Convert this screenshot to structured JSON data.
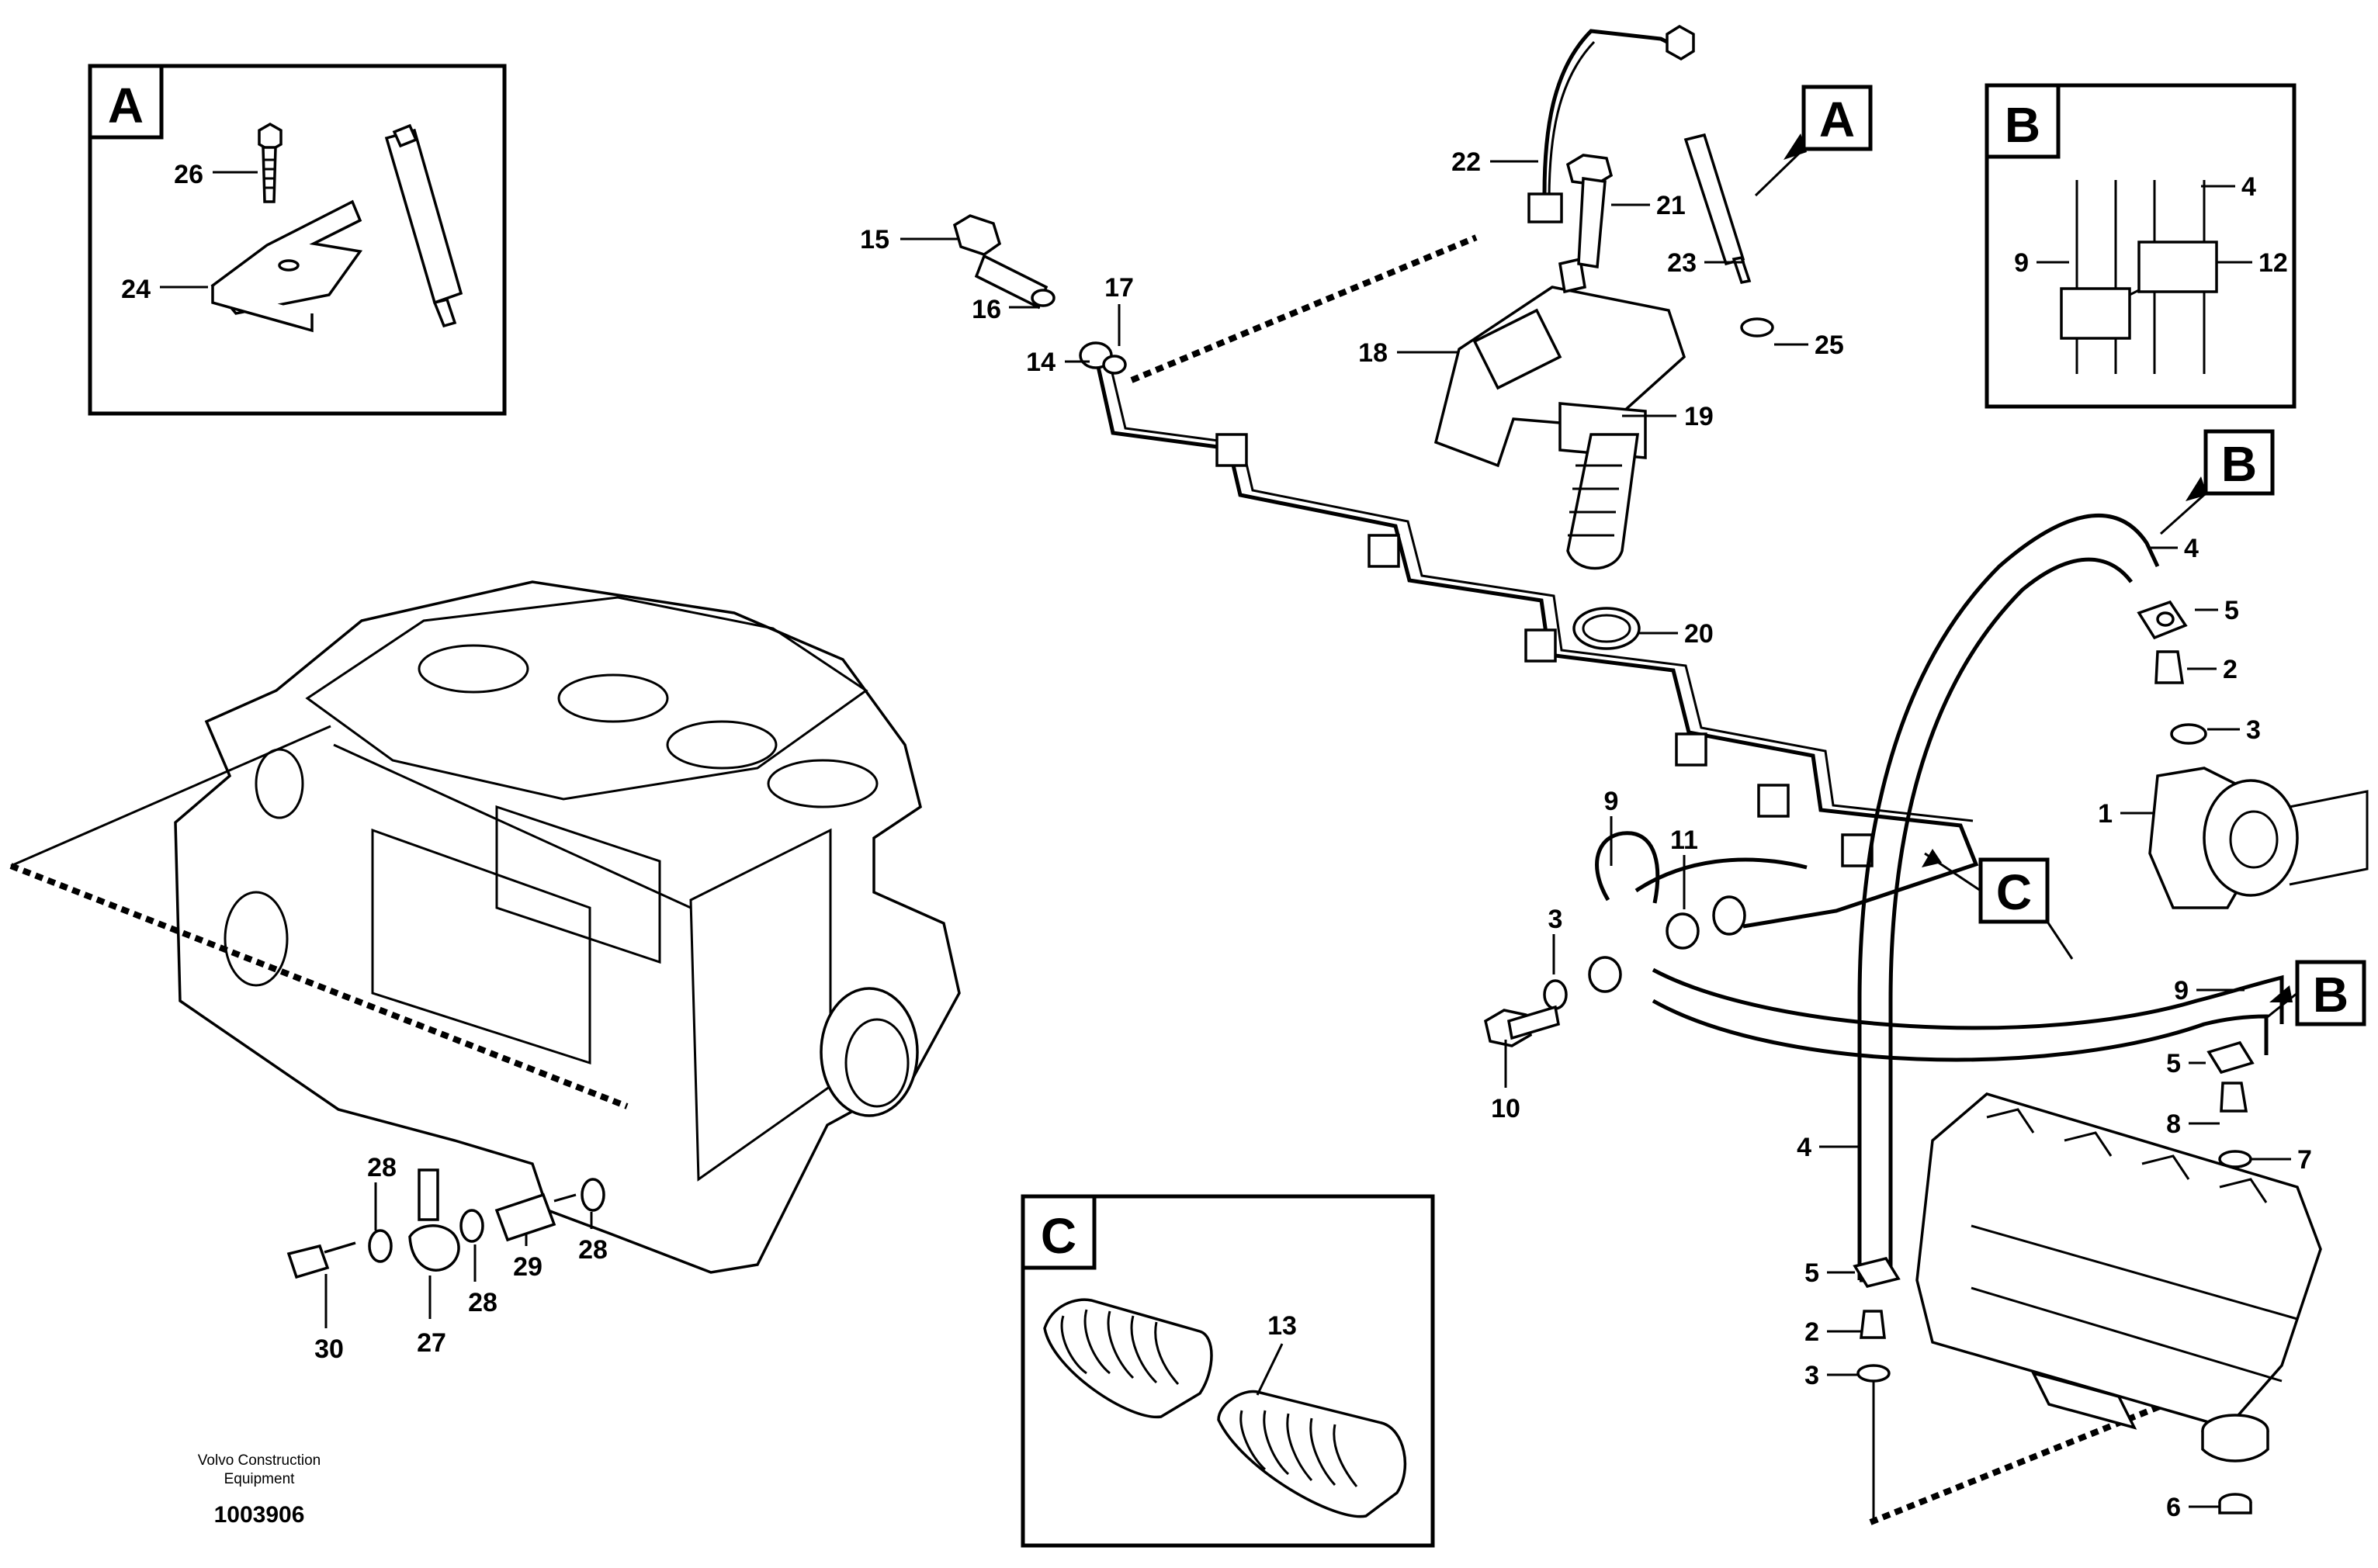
{
  "footer": {
    "company_line1": "Volvo Construction",
    "company_line2": "Equipment",
    "illustration_id": "1003906"
  },
  "detail_boxes": {
    "A": "A",
    "B": "B",
    "C": "C"
  },
  "callouts": {
    "A_top": "A",
    "B_right": "B",
    "B_mid": "B",
    "C_mid": "C"
  },
  "labels": {
    "p1": "1",
    "p2a": "2",
    "p2b": "2",
    "p3a": "3",
    "p3b": "3",
    "p3c": "3",
    "p4a": "4",
    "p4b": "4",
    "p4c": "4",
    "p5a": "5",
    "p5b": "5",
    "p5c": "5",
    "p6": "6",
    "p7": "7",
    "p8": "8",
    "p9a": "9",
    "p9b": "9",
    "p9c": "9",
    "p10": "10",
    "p11": "11",
    "p12": "12",
    "p13": "13",
    "p14": "14",
    "p15": "15",
    "p16": "16",
    "p17": "17",
    "p18": "18",
    "p19": "19",
    "p20": "20",
    "p21": "21",
    "p22": "22",
    "p23": "23",
    "p24": "24",
    "p25": "25",
    "p26": "26",
    "p27": "27",
    "p28a": "28",
    "p28b": "28",
    "p28c": "28",
    "p29": "29",
    "p30": "30"
  }
}
